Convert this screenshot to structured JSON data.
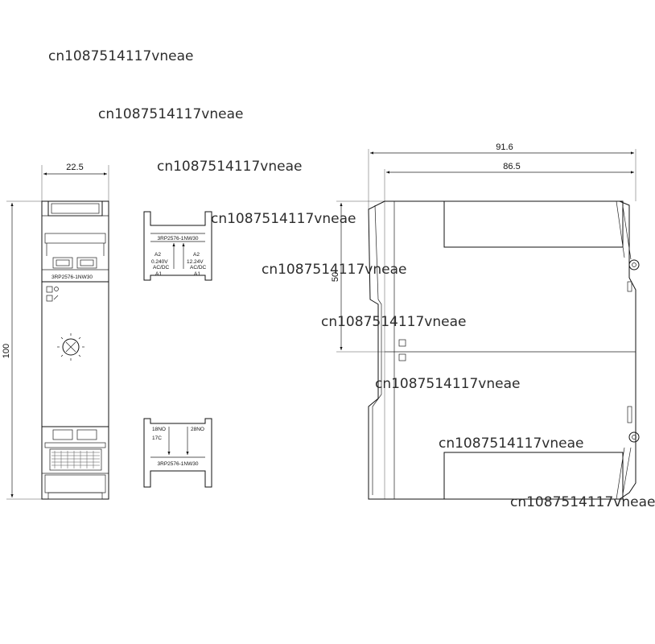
{
  "dimensions": {
    "front_width": "22.5",
    "front_height": "100",
    "side_depth_total": "91.6",
    "side_depth_body": "86.5",
    "side_height": "50"
  },
  "labels": {
    "model_code": "3RP2576-1NW30",
    "terminal_a2": "A2",
    "terminal_a1": "A1",
    "voltage_left": "0.240V",
    "voltage_right": "12.24V",
    "supply_type": "AC/DC",
    "contact_18": "18NO",
    "contact_17": "17C",
    "contact_28": "28NO"
  },
  "watermarks": [
    "cn1087514117vneae",
    "cn1087514117vneae",
    "cn1087514117vneae",
    "cn1087514117vneae",
    "cn1087514117vneae",
    "cn1087514117vneae",
    "cn1087514117vneae",
    "cn1087514117vneae",
    "cn1087514117vneae"
  ]
}
